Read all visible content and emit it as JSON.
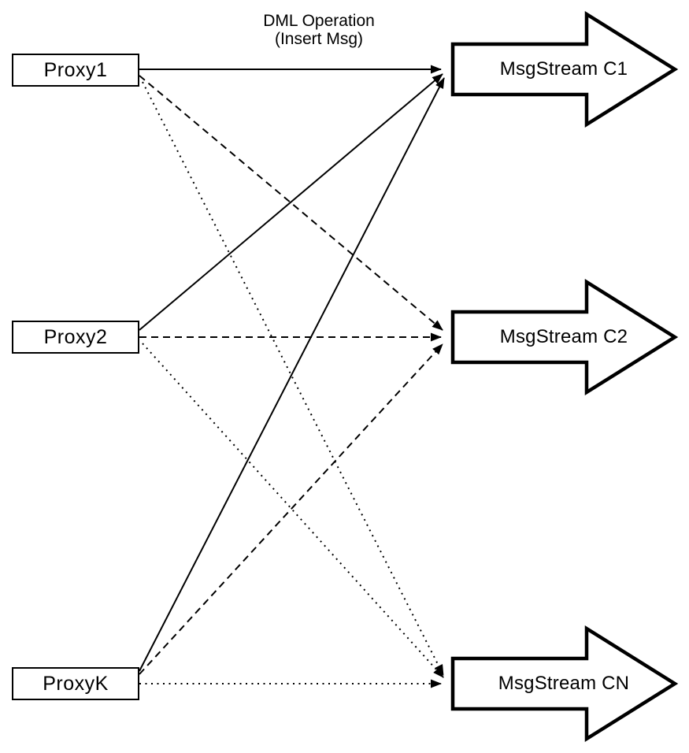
{
  "diagram": {
    "annotation": {
      "line1": "DML Operation",
      "line2": "(Insert Msg)"
    },
    "proxies": [
      {
        "id": "proxy1",
        "label": "Proxy1"
      },
      {
        "id": "proxy2",
        "label": "Proxy2"
      },
      {
        "id": "proxyk",
        "label": "ProxyK"
      }
    ],
    "streams": [
      {
        "id": "c1",
        "label": "MsgStream C1"
      },
      {
        "id": "c2",
        "label": "MsgStream C2"
      },
      {
        "id": "cn",
        "label": "MsgStream CN"
      }
    ],
    "connections": [
      {
        "from": "proxy1",
        "to": "c1",
        "style": "solid"
      },
      {
        "from": "proxy2",
        "to": "c1",
        "style": "solid"
      },
      {
        "from": "proxyk",
        "to": "c1",
        "style": "solid"
      },
      {
        "from": "proxy1",
        "to": "c2",
        "style": "dashed"
      },
      {
        "from": "proxy2",
        "to": "c2",
        "style": "dashed"
      },
      {
        "from": "proxyk",
        "to": "c2",
        "style": "dashed"
      },
      {
        "from": "proxy1",
        "to": "cn",
        "style": "dotted"
      },
      {
        "from": "proxy2",
        "to": "cn",
        "style": "dotted"
      },
      {
        "from": "proxyk",
        "to": "cn",
        "style": "dotted"
      }
    ],
    "colors": {
      "line": "#000000",
      "fill": "#ffffff"
    }
  }
}
